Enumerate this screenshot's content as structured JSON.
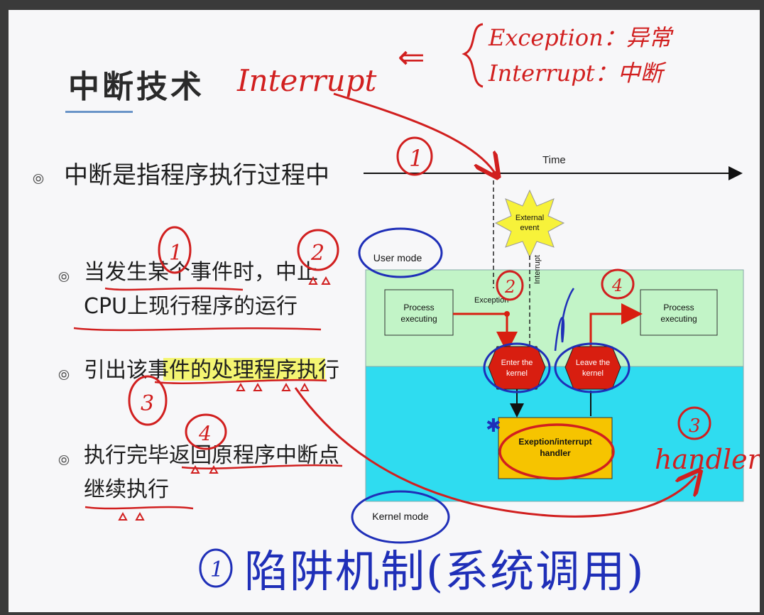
{
  "slide": {
    "title": "中断技术",
    "bullets": [
      {
        "text": "中断是指程序执行过程中"
      },
      {
        "text": "当发生某个事件时，中止CPU上现行程序的运行"
      },
      {
        "text": "引出该事件的处理程序执行"
      },
      {
        "text": "执行完毕返回原程序中断点继续执行"
      }
    ]
  },
  "diagram": {
    "time_label": "Time",
    "external_event": [
      "External",
      "event"
    ],
    "user_mode": "User mode",
    "kernel_mode": "Kernel mode",
    "process_left": [
      "Process",
      "executing"
    ],
    "process_right": [
      "Process",
      "executing"
    ],
    "exception_label": "Exception",
    "interrupt_label": "Interrupt",
    "enter_kernel": [
      "Enter the",
      "kernel"
    ],
    "leave_kernel": [
      "Leave the",
      "kernel"
    ],
    "handler_box": [
      "Exeption/interrupt",
      "handler"
    ]
  },
  "annotations": {
    "interrupt_word": "Interrupt",
    "arrow": "⇐",
    "exception_def": "Exception：异常",
    "interrupt_def": "Interrupt：中断",
    "num1": "1",
    "num2": "2",
    "num3": "3",
    "num4": "4",
    "handler_word": "handler",
    "bottom_note": "陷阱机制(系统调用)"
  },
  "colors": {
    "user_zone": "#c2f4c7",
    "kernel_zone": "#2fdcf0",
    "handler_box": "#f6c400",
    "kernel_hex": "#d81e10",
    "ink_red": "#d11f1f",
    "ink_blue": "#1f2fb8",
    "highlight": "#f3f55a"
  }
}
